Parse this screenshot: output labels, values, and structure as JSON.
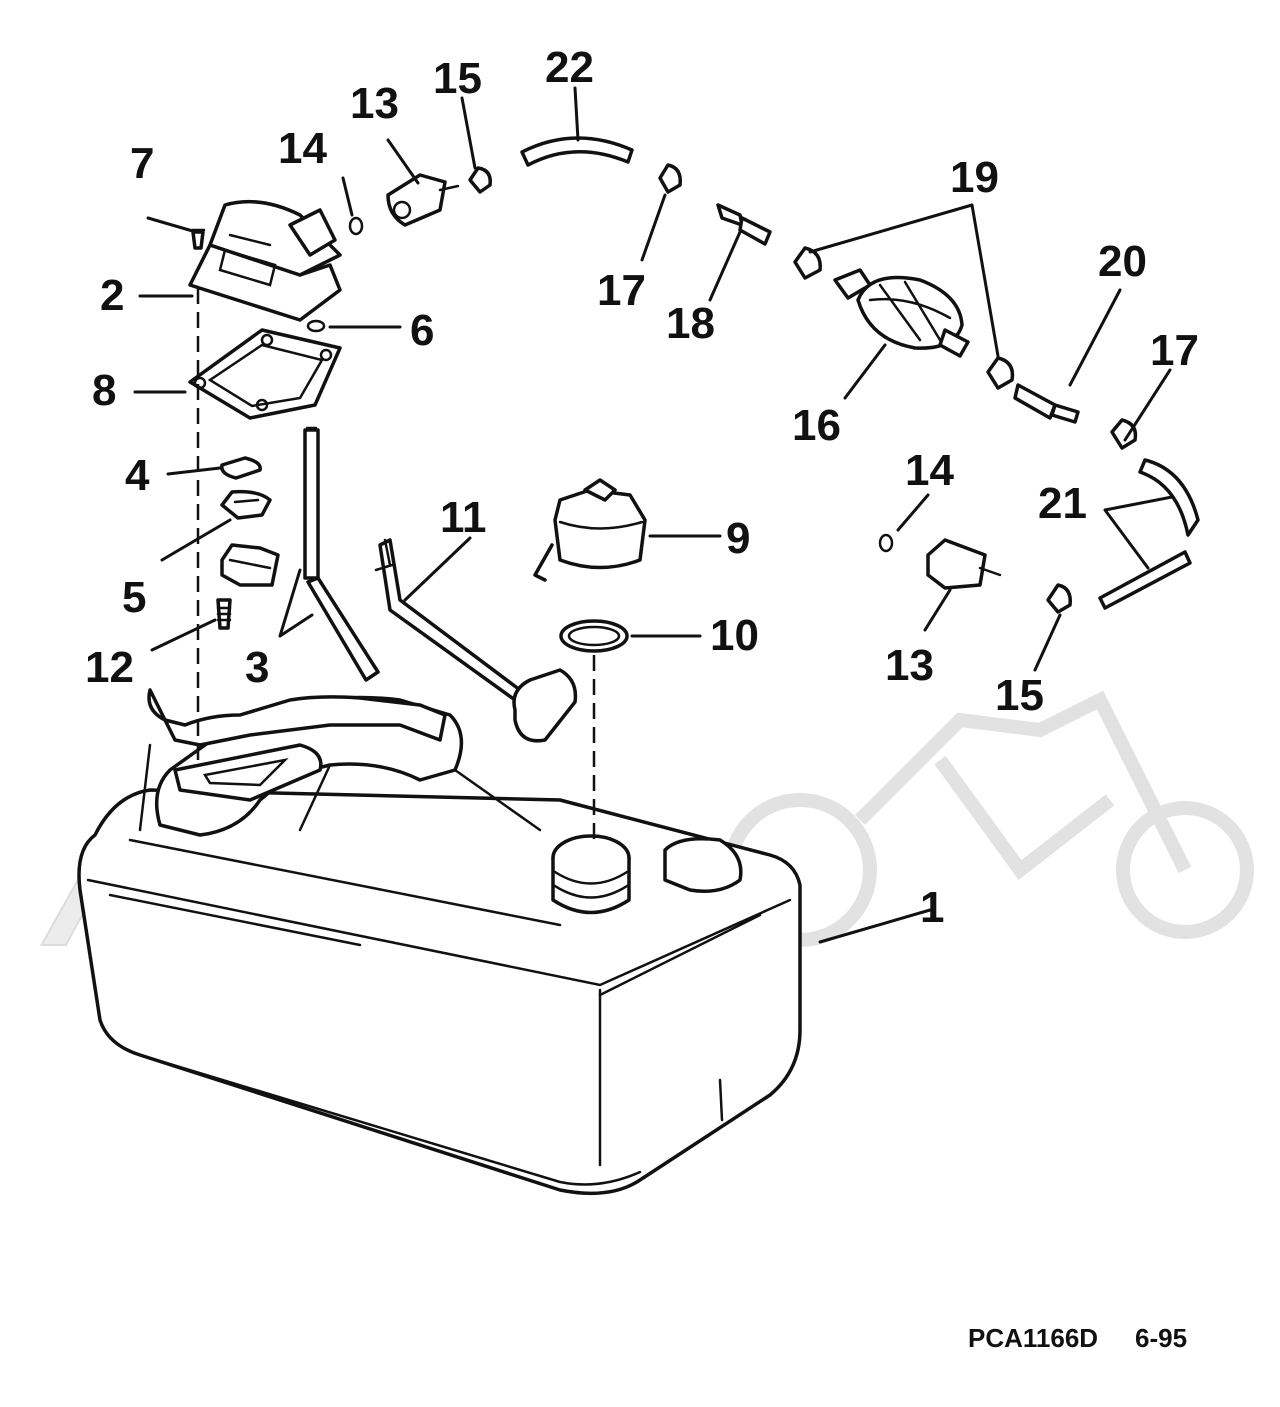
{
  "watermark": {
    "text": "AeHHmo",
    "color": "#e6e6e6"
  },
  "callouts": [
    {
      "id": "c1",
      "label": "1"
    },
    {
      "id": "c2",
      "label": "2"
    },
    {
      "id": "c3",
      "label": "3"
    },
    {
      "id": "c4",
      "label": "4"
    },
    {
      "id": "c5",
      "label": "5"
    },
    {
      "id": "c6",
      "label": "6"
    },
    {
      "id": "c7",
      "label": "7"
    },
    {
      "id": "c8",
      "label": "8"
    },
    {
      "id": "c9",
      "label": "9"
    },
    {
      "id": "c10",
      "label": "10"
    },
    {
      "id": "c11",
      "label": "11"
    },
    {
      "id": "c12",
      "label": "12"
    },
    {
      "id": "c13a",
      "label": "13"
    },
    {
      "id": "c13b",
      "label": "13"
    },
    {
      "id": "c14a",
      "label": "14"
    },
    {
      "id": "c14b",
      "label": "14"
    },
    {
      "id": "c15a",
      "label": "15"
    },
    {
      "id": "c15b",
      "label": "15"
    },
    {
      "id": "c16",
      "label": "16"
    },
    {
      "id": "c17a",
      "label": "17"
    },
    {
      "id": "c17b",
      "label": "17"
    },
    {
      "id": "c18",
      "label": "18"
    },
    {
      "id": "c19",
      "label": "19"
    },
    {
      "id": "c20",
      "label": "20"
    },
    {
      "id": "c21",
      "label": "21"
    },
    {
      "id": "c22",
      "label": "22"
    }
  ],
  "footer": {
    "code": "PCA1166D",
    "date": "6-95"
  },
  "colors": {
    "ink": "#111111",
    "background": "#ffffff"
  }
}
